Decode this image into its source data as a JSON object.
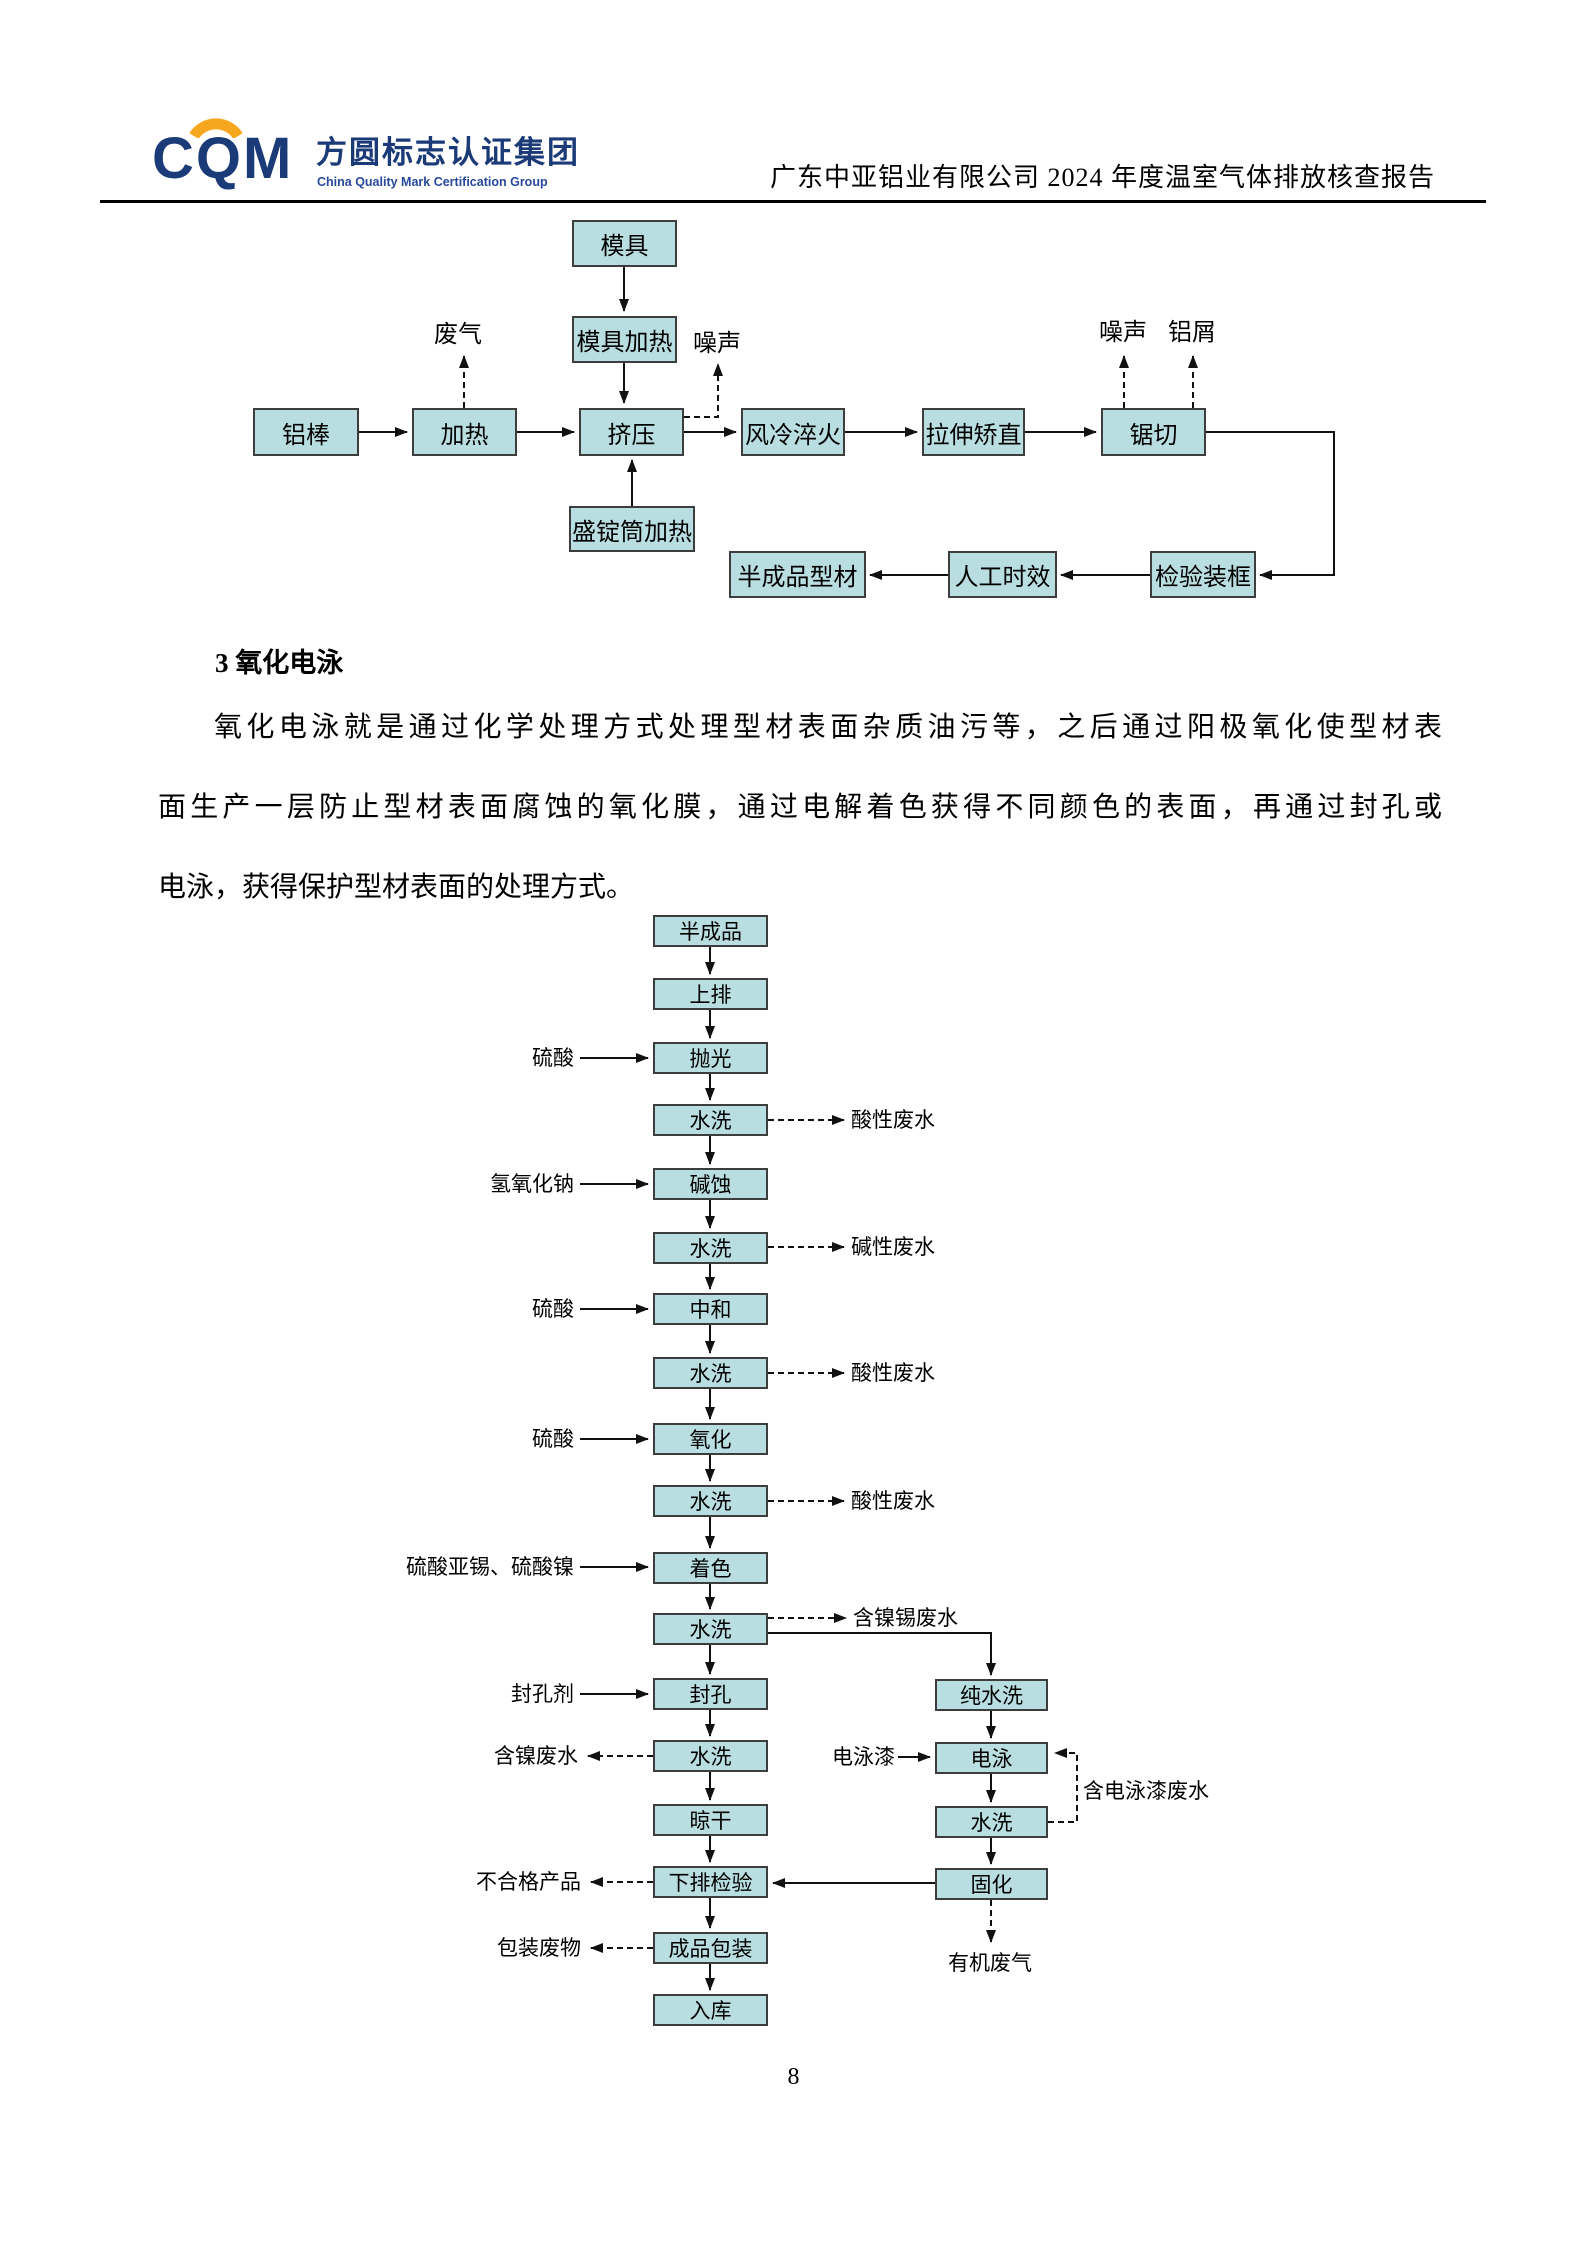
{
  "page": {
    "number": "8"
  },
  "header": {
    "logo_cqm": "CQM",
    "logo_cn": "方圆标志认证集团",
    "logo_en": "China Quality Mark Certification Group",
    "report_title": "广东中亚铝业有限公司 2024 年度温室气体排放核查报告"
  },
  "colors": {
    "logo_navy": "#1b3a78",
    "logo_orange": "#f7a71e",
    "box_fill": "#b9dee1",
    "box_border": "#3d3d3d",
    "line": "#111111"
  },
  "section3": {
    "heading": "3 氧化电泳",
    "paragraph_lines": [
      "氧化电泳就是通过化学处理方式处理型材表面杂质油污等，之后通过阳极氧化使型材表",
      "面生产一层防止型材表面腐蚀的氧化膜，通过电解着色获得不同颜色的表面，再通过封孔或",
      "电泳，获得保护型材表面的处理方式。"
    ]
  },
  "flow1": {
    "nodes": [
      "模具",
      "模具加热",
      "铝棒",
      "加热",
      "挤压",
      "风冷淬火",
      "拉伸矫直",
      "锯切",
      "盛锭筒加热",
      "半成品型材",
      "人工时效",
      "检验装框"
    ],
    "emissions": [
      "废气",
      "噪声",
      "噪声",
      "铝屑"
    ]
  },
  "flow2": {
    "spine": [
      "半成品",
      "上排",
      "抛光",
      "水洗",
      "碱蚀",
      "水洗",
      "中和",
      "水洗",
      "氧化",
      "水洗",
      "着色",
      "水洗",
      "封孔",
      "水洗",
      "晾干",
      "下排检验",
      "成品包装",
      "入库"
    ],
    "branch": [
      "纯水洗",
      "电泳",
      "水洗",
      "固化"
    ],
    "inputs": [
      "硫酸",
      "氢氧化钠",
      "硫酸",
      "硫酸",
      "硫酸亚锡、硫酸镍",
      "封孔剂",
      "电泳漆"
    ],
    "outputs": [
      "酸性废水",
      "碱性废水",
      "酸性废水",
      "酸性废水",
      "含镍锡废水",
      "含镍废水",
      "不合格产品",
      "包装废物",
      "含电泳漆废水",
      "有机废气"
    ]
  }
}
